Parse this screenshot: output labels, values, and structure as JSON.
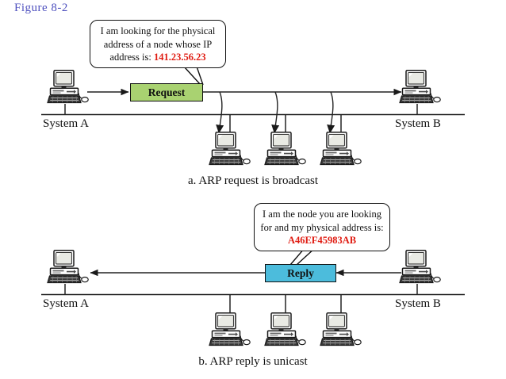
{
  "figure": {
    "label": "Figure  8-2",
    "label_color": "#4d4fbe"
  },
  "colors": {
    "request_fill": "#a9d271",
    "reply_fill": "#4cbcdc",
    "highlight_text": "#e01b11",
    "line": "#222222",
    "screen_fill": "#e9eae4",
    "case_fill": "#ffffff",
    "keyboard_fill": "#3a3a3a"
  },
  "diagram_a": {
    "caption": "a. ARP request is broadcast",
    "bubble": {
      "line1": "I am looking for the physical",
      "line2": "address of a node whose IP",
      "line3_prefix": "address is:",
      "line3_value": "141.23.56.23"
    },
    "packet": {
      "label": "Request",
      "fill": "#a9d271"
    },
    "left_node": {
      "label": "System A",
      "icon": "desktop-computer-icon"
    },
    "right_node": {
      "label": "System B",
      "icon": "desktop-computer-icon"
    },
    "bus_nodes": [
      {
        "icon": "desktop-computer-icon"
      },
      {
        "icon": "desktop-computer-icon"
      },
      {
        "icon": "desktop-computer-icon"
      }
    ]
  },
  "diagram_b": {
    "caption": "b. ARP reply is unicast",
    "bubble": {
      "line1": "I am the node you are looking",
      "line2": "for and my physical address is:",
      "line3_value": "A46EF45983AB"
    },
    "packet": {
      "label": "Reply",
      "fill": "#4cbcdc"
    },
    "left_node": {
      "label": "System A",
      "icon": "desktop-computer-icon"
    },
    "right_node": {
      "label": "System B",
      "icon": "desktop-computer-icon"
    },
    "bus_nodes": [
      {
        "icon": "desktop-computer-icon"
      },
      {
        "icon": "desktop-computer-icon"
      },
      {
        "icon": "desktop-computer-icon"
      }
    ]
  }
}
